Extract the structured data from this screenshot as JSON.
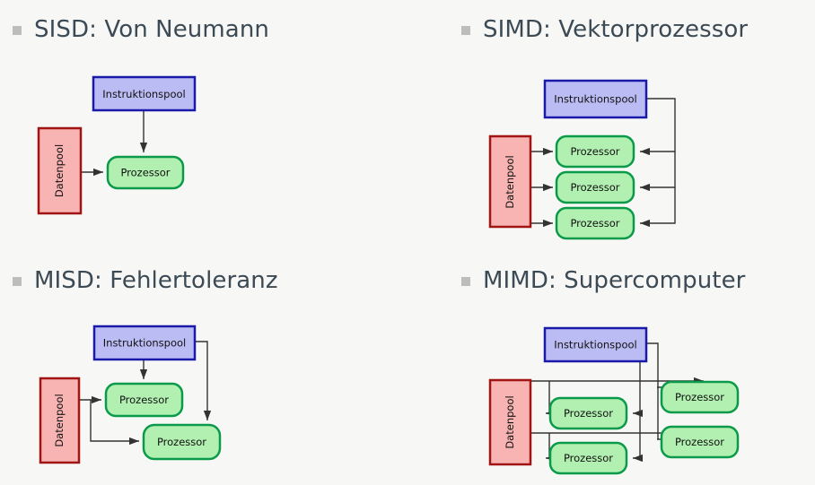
{
  "slide": {
    "background_color": "#f7f7f5",
    "heading_color": "#3b4a55",
    "bullet_color": "#bdbdbd"
  },
  "palette": {
    "instruction_fill": "#bcbcf5",
    "instruction_stroke": "#1a1aa8",
    "data_fill": "#f8b3b3",
    "data_stroke": "#a01414",
    "processor_fill": "#b2f0b2",
    "processor_stroke": "#0a9a4a",
    "arrow_color": "#333333"
  },
  "quadrants": [
    {
      "id": "sisd",
      "heading": "SISD: Von Neumann",
      "instruction_pool_label": "Instruktionspool",
      "data_pool_label": "Datenpool",
      "processor_label": "Prozessor",
      "processor_count": 1
    },
    {
      "id": "simd",
      "heading": "SIMD: Vektorprozessor",
      "instruction_pool_label": "Instruktionspool",
      "data_pool_label": "Datenpool",
      "processor_label": "Prozessor",
      "processor_count": 3
    },
    {
      "id": "misd",
      "heading": "MISD: Fehlertoleranz",
      "instruction_pool_label": "Instruktionspool",
      "data_pool_label": "Datenpool",
      "processor_label": "Prozessor",
      "processor_count": 2
    },
    {
      "id": "mimd",
      "heading": "MIMD: Supercomputer",
      "instruction_pool_label": "Instruktionspool",
      "data_pool_label": "Datenpool",
      "processor_label": "Prozessor",
      "processor_count": 4
    }
  ]
}
